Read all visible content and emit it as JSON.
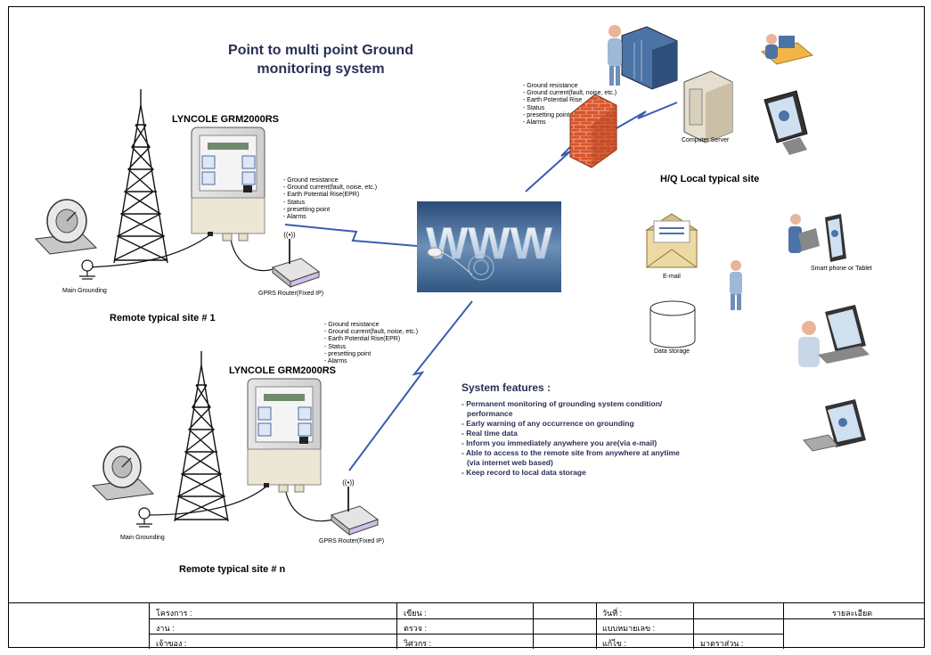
{
  "title": {
    "line1": "Point to multi point Ground",
    "line2": "monitoring system"
  },
  "site1": {
    "model": "LYNCOLE GRM2000RS",
    "caption": "Remote typical site # 1",
    "grounding_label": "Main Grounding",
    "router_label": "GPRS Router(Fixed IP)",
    "bullets": [
      "- Ground resistance",
      "- Ground current(fault, noise, etc.)",
      "- Earth Potential Rise(EPR)",
      "- Status",
      "- presetting point",
      "- Alarms"
    ]
  },
  "siten": {
    "model": "LYNCOLE GRM2000RS",
    "caption": "Remote typical site # n",
    "grounding_label": "Main Grounding",
    "router_label": "GPRS Router(Fixed IP)",
    "bullets": [
      "- Ground resistance",
      "- Ground current(fault, noise, etc.)",
      "- Earth Potential Rise(EPR)",
      "- Status",
      "- presetting point",
      "- Alarms"
    ]
  },
  "firewall_bullets": [
    "- Ground resistance",
    "- Ground current(fault, noise, etc.)",
    "- Earth Potential Rise",
    "- Status",
    "- presetting point",
    "- Alarms"
  ],
  "www_text": "WWW",
  "hq": {
    "title": "H/Q Local typical site",
    "server_label": "Computer Server",
    "email_label": "E-mail",
    "storage_label": "Data storage",
    "smartphone_label": "Smart phone or Tablet"
  },
  "features": {
    "title": "System features :",
    "items": [
      "- Permanent monitoring of grounding system condition/",
      "  performance",
      "- Early warning of any occurrence on grounding",
      "- Real time data",
      "- Inform you immediately anywhere you are(via e-mail)",
      "- Able to access to the remote site from anywhere at anytime",
      "  (via internet web based)",
      "- Keep record to local data storage"
    ]
  },
  "title_block": {
    "project": "โครงการ :",
    "work": "งาน :",
    "owner": "เจ้าของ :",
    "drawn": "เขียน :",
    "checked": "ตรวจ :",
    "engineer": "วิศวกร :",
    "date": "วันที่ :",
    "drawing_no": "แบบหมายเลข :",
    "revision": "แก้ไข :",
    "scale": "มาตราส่วน :",
    "detail": "รายละเอียด"
  },
  "colors": {
    "title": "#2a2f55",
    "lightning": "#3a5db0",
    "firewall": "#d9542b",
    "www_bg": "#2f4f7a"
  }
}
